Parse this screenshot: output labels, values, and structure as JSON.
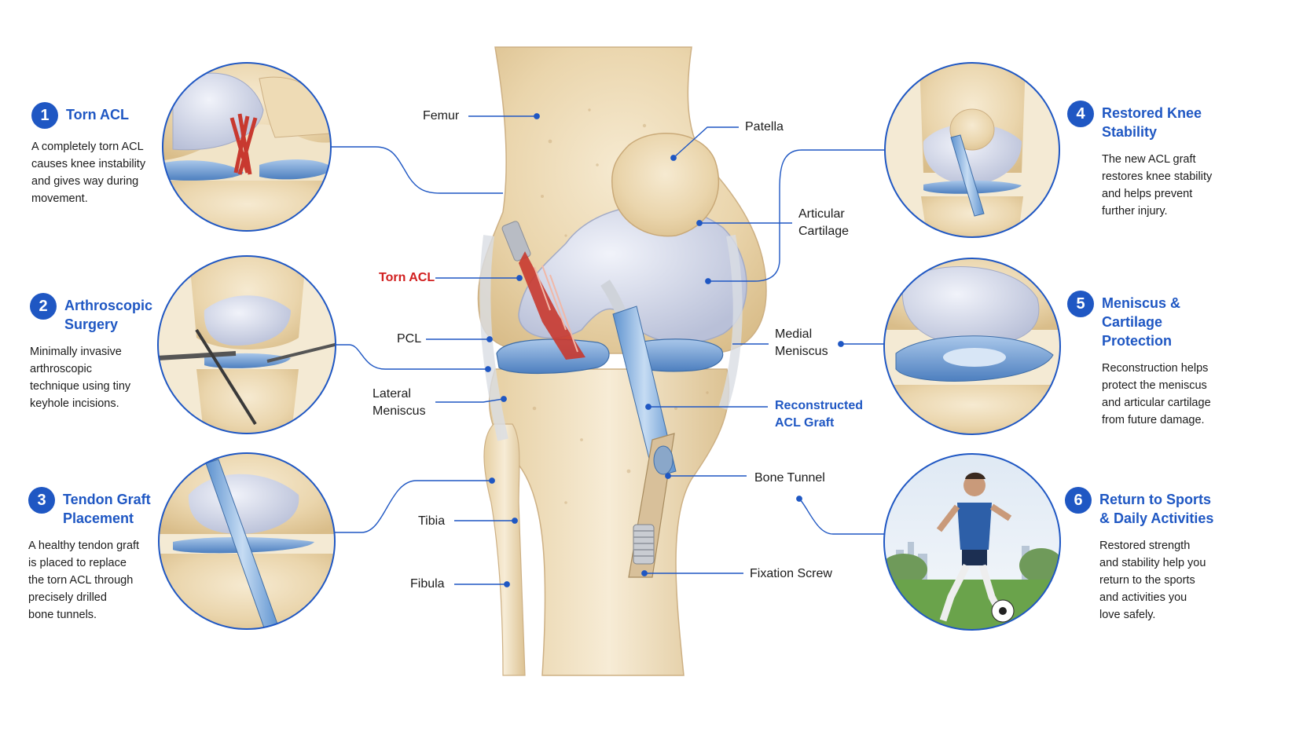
{
  "colors": {
    "accent": "#1f57c3",
    "torn": "#d11f1f",
    "bone": "#ead7b0",
    "cartilage": "#d7dcea",
    "meniscus": "#6f9ad0",
    "graft": "#7fb2e4"
  },
  "steps": [
    {
      "number": "1",
      "title": "Torn ACL",
      "description": "A completely torn ACL\ncauses knee instability\nand gives way during\nmovement.",
      "image": "torn-acl-closeup"
    },
    {
      "number": "2",
      "title": "Arthroscopic\nSurgery",
      "description": "Minimally invasive\narthroscopic\ntechnique using tiny\nkeyhole incisions.",
      "image": "arthroscopic-instruments-closeup"
    },
    {
      "number": "3",
      "title": "Tendon Graft\nPlacement",
      "description": "A healthy tendon graft\nis placed to replace\nthe torn ACL through\nprecisely drilled\nbone tunnels.",
      "image": "tendon-graft-closeup"
    },
    {
      "number": "4",
      "title": "Restored Knee\nStability",
      "description": "The new ACL graft\nrestores knee stability\nand helps prevent\nfurther injury.",
      "image": "restored-knee-closeup"
    },
    {
      "number": "5",
      "title": "Meniscus &\nCartilage\nProtection",
      "description": "Reconstruction helps\nprotect the meniscus\nand articular cartilage\nfrom future damage.",
      "image": "meniscus-cartilage-closeup"
    },
    {
      "number": "6",
      "title": "Return to Sports\n& Daily Activities",
      "description": "Restored strength\nand stability help you\nreturn to the sports\nand activities you\nlove safely.",
      "image": "soccer-player-photo"
    }
  ],
  "labels": {
    "femur": "Femur",
    "patella": "Patella",
    "articular_cartilage": "Articular\nCartilage",
    "torn_acl": "Torn ACL",
    "pcl": "PCL",
    "medial_meniscus": "Medial\nMeniscus",
    "lateral_meniscus": "Lateral\nMeniscus",
    "reconstructed_graft": "Reconstructed\nACL Graft",
    "bone_tunnel": "Bone Tunnel",
    "tibia": "Tibia",
    "fibula": "Fibula",
    "fixation_screw": "Fixation Screw"
  }
}
